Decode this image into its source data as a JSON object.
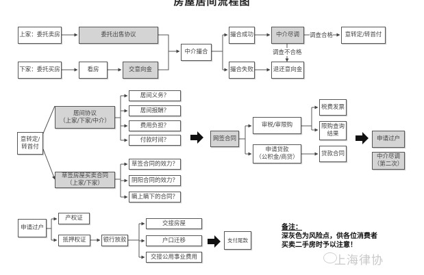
{
  "title": "房屋居间流程图",
  "section1": {
    "seller": "上家：委托卖房",
    "seller_agreement": "委托出售协议",
    "buyer": "下家：委托买房",
    "viewing": "看房",
    "deposit": "交意向金",
    "matchmaking": "中介撮合",
    "match_success": "撮合成功",
    "match_fail": "撮合失败",
    "investigation": "中介尽调",
    "refund": "退还意向金",
    "pass_label": "调查合格",
    "fail_label": "调查不合格",
    "next": "意转定/转首付"
  },
  "section2": {
    "start": "意转定/\n转首付",
    "brokerage_agreement": "居间协议\n（上家/下家/中介）",
    "brokerage_items": [
      "居间义务？",
      "居间报酬？",
      "费用负担？",
      "付款时间？"
    ],
    "draft_contract": "草签房屋买卖合同\n（上家/下家）",
    "draft_items": [
      "草签合同的效力？",
      "阴阳合同的效力？",
      "瞒上瞒下的合同？"
    ],
    "online_contract": "网签合同",
    "tax_review": "审税/审限购",
    "tax_items": [
      "税费发票",
      "限购查询\n结果"
    ],
    "loan_apply": "申请贷款\n（公积金/商贷）",
    "loan_contract": "贷款合同",
    "apply_transfer": "申请过户",
    "second_check": "中介尽调\n（第二次）"
  },
  "section3": {
    "apply_transfer": "申请过户",
    "property_cert": "产权证",
    "mortgage_cert": "抵押权证",
    "bank_loan": "银行放款",
    "handover_items": [
      "交接房屋",
      "户口迁移",
      "交接公用事业费用"
    ],
    "final_payment": "支付尾款"
  },
  "note": {
    "heading": "备注：",
    "line1": "深灰色为风险点，供各位消费者",
    "line2": "买卖二手房时予以注意！"
  },
  "watermark": "上海律协",
  "colors": {
    "risk_fill": "#d4d4d4",
    "line": "#555555"
  }
}
